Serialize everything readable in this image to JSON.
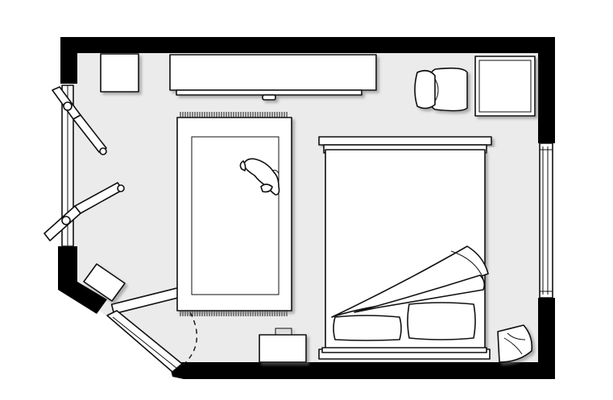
{
  "diagram": {
    "type": "floor-plan",
    "room": "bedroom",
    "text_labels": []
  },
  "colors": {
    "wall": "#000000",
    "floor": "#ebebeb",
    "furniture_fill": "#ffffff",
    "furniture_stroke": "#111111",
    "shadow": "#9a9a9a"
  },
  "furniture": [
    {
      "id": "double-bed",
      "icon": "bed-icon"
    },
    {
      "id": "area-rug",
      "icon": "rug-icon"
    },
    {
      "id": "dresser",
      "icon": "dresser-icon"
    },
    {
      "id": "armchair",
      "icon": "armchair-icon"
    },
    {
      "id": "side-table",
      "icon": "side-table-icon"
    },
    {
      "id": "nightstand",
      "icon": "nightstand-icon"
    },
    {
      "id": "stool-top-left",
      "icon": "stool-icon"
    },
    {
      "id": "stool-corner",
      "icon": "stool-icon"
    },
    {
      "id": "sleeping-dog",
      "icon": "dog-icon"
    },
    {
      "id": "corner-plant",
      "icon": "plant-icon"
    }
  ],
  "openings": [
    {
      "id": "bifold-closet-doors",
      "icon": "bifold-door-icon"
    },
    {
      "id": "entry-door",
      "icon": "swing-door-icon"
    },
    {
      "id": "right-window",
      "icon": "window-icon"
    }
  ]
}
